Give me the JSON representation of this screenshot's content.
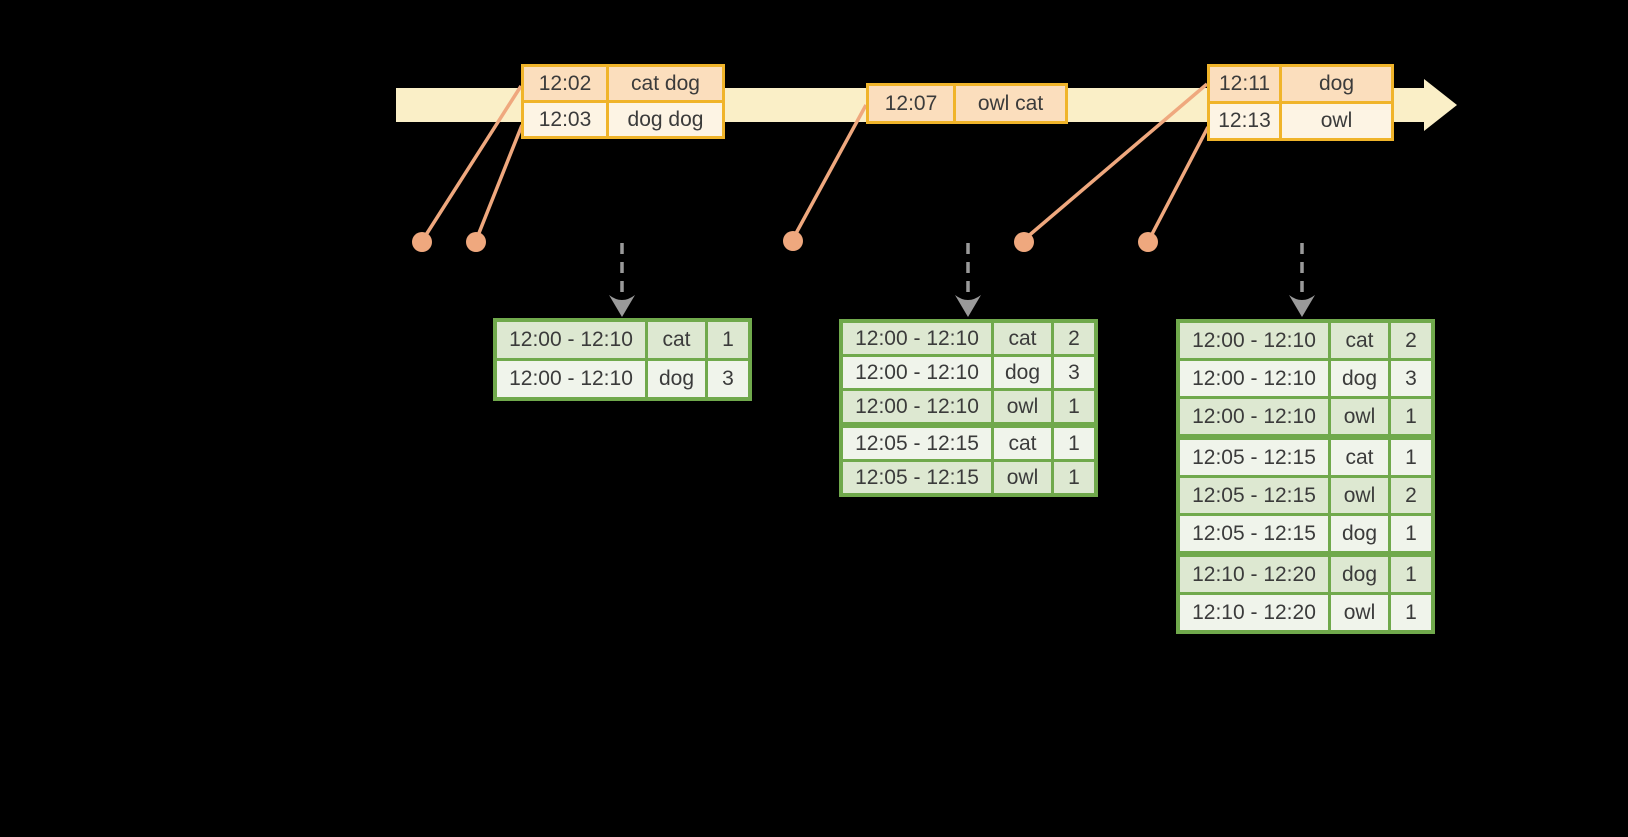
{
  "event_tables": [
    {
      "rows": [
        {
          "time": "12:02",
          "words": "cat dog"
        },
        {
          "time": "12:03",
          "words": "dog dog"
        }
      ]
    },
    {
      "rows": [
        {
          "time": "12:07",
          "words": "owl cat"
        }
      ]
    },
    {
      "rows": [
        {
          "time": "12:11",
          "words": "dog"
        },
        {
          "time": "12:13",
          "words": "owl"
        }
      ]
    }
  ],
  "result_tables": [
    {
      "rows": [
        {
          "window": "12:00 - 12:10",
          "word": "cat",
          "count": "1"
        },
        {
          "window": "12:00 - 12:10",
          "word": "dog",
          "count": "3"
        }
      ]
    },
    {
      "rows": [
        {
          "window": "12:00 - 12:10",
          "word": "cat",
          "count": "2"
        },
        {
          "window": "12:00 - 12:10",
          "word": "dog",
          "count": "3"
        },
        {
          "window": "12:00 - 12:10",
          "word": "owl",
          "count": "1"
        },
        {
          "window": "12:05 - 12:15",
          "word": "cat",
          "count": "1"
        },
        {
          "window": "12:05 - 12:15",
          "word": "owl",
          "count": "1"
        }
      ]
    },
    {
      "rows": [
        {
          "window": "12:00 - 12:10",
          "word": "cat",
          "count": "2"
        },
        {
          "window": "12:00 - 12:10",
          "word": "dog",
          "count": "3"
        },
        {
          "window": "12:00 - 12:10",
          "word": "owl",
          "count": "1"
        },
        {
          "window": "12:05 - 12:15",
          "word": "cat",
          "count": "1"
        },
        {
          "window": "12:05 - 12:15",
          "word": "owl",
          "count": "2"
        },
        {
          "window": "12:05 - 12:15",
          "word": "dog",
          "count": "1"
        },
        {
          "window": "12:10 - 12:20",
          "word": "dog",
          "count": "1"
        },
        {
          "window": "12:10 - 12:20",
          "word": "owl",
          "count": "1"
        }
      ]
    }
  ],
  "colors": {
    "background": "#000000",
    "timeline_band": "#FAEFC7",
    "event_border": "#F0B42A",
    "event_row_dark": "#FBDEBD",
    "event_row_light": "#FDF4E4",
    "connector": "#EFA87E",
    "result_border": "#70A94C",
    "result_row_dark": "#DDE8D1",
    "result_row_light": "#F0F4EB",
    "trigger_arrow": "#9A9A9A",
    "text": "#3B3B3B"
  }
}
